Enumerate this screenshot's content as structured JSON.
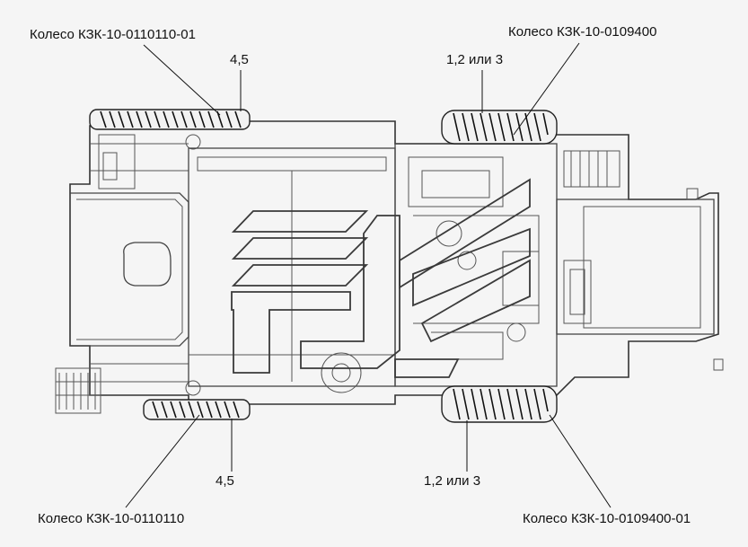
{
  "labels": {
    "rear_left_wheel": "Колесо КЗК-10-0110110-01",
    "rear_left_qty": "4,5",
    "front_left_wheel": "Колесо КЗК-10-0109400",
    "front_left_qty": "1,2 или 3",
    "rear_right_wheel": "Колесо КЗК-10-0110110",
    "rear_right_qty": "4,5",
    "front_right_wheel": "Колесо КЗК-10-0109400-01",
    "front_right_qty": "1,2 или 3"
  }
}
